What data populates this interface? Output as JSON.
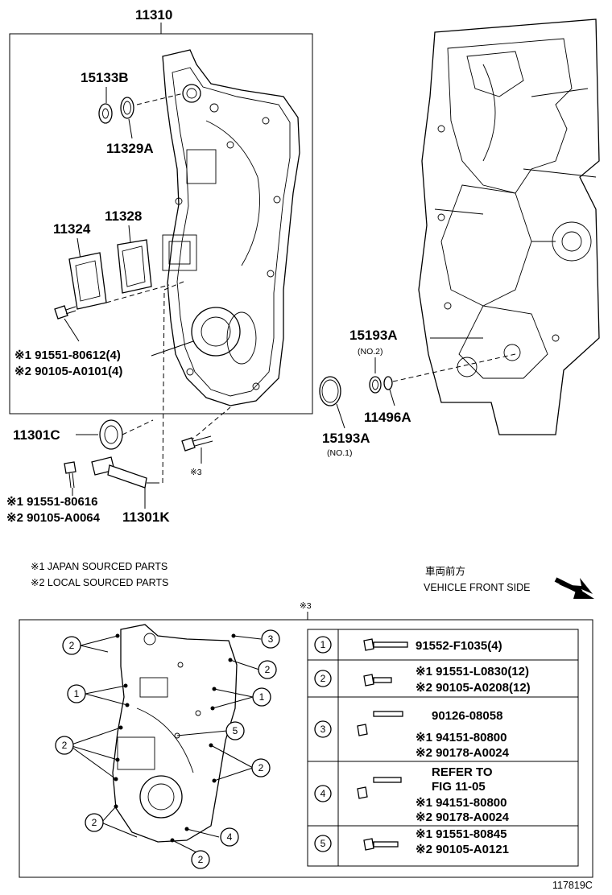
{
  "labels": {
    "p11310": "11310",
    "p15133B": "15133B",
    "p11329A": "11329A",
    "p11324": "11324",
    "p11328": "11328",
    "bolt1_j": "※1 91551-80612(4)",
    "bolt1_l": "※2 90105-A0101(4)",
    "p11301C": "11301C",
    "p15193A_top": "15193A",
    "no2": "(NO.2)",
    "p11496A": "11496A",
    "p15193A_bot": "15193A",
    "no1": "(NO.1)",
    "ref3": "※3",
    "sensor_j": "※1 91551-80616",
    "sensor_l": "※2 90105-A0064",
    "p11301K": "11301K"
  },
  "notes": {
    "japan": "※1 JAPAN SOURCED PARTS",
    "local": "※2 LOCAL SOURCED PARTS",
    "front_jp": "車両前方",
    "front_en": "VEHICLE FRONT SIDE"
  },
  "detail": {
    "ref": "※3",
    "rows": [
      {
        "num": "1",
        "lines": [
          "91552-F1035(4)"
        ]
      },
      {
        "num": "2",
        "lines": [
          "※1 91551-L0830(12)",
          "※2 90105-A0208(12)"
        ]
      },
      {
        "num": "3",
        "lines": [
          "90126-08058",
          "※1 94151-80800",
          "※2 90178-A0024"
        ]
      },
      {
        "num": "4",
        "lines": [
          "REFER TO",
          "FIG 11-05",
          "※1 94151-80800",
          "※2 90178-A0024"
        ]
      },
      {
        "num": "5",
        "lines": [
          "※1 91551-80845",
          "※2 90105-A0121"
        ]
      }
    ],
    "callouts": {
      "c1": "1",
      "c2": "2",
      "c3": "3",
      "c4": "4",
      "c5": "5"
    }
  },
  "figure_id": "117819C"
}
